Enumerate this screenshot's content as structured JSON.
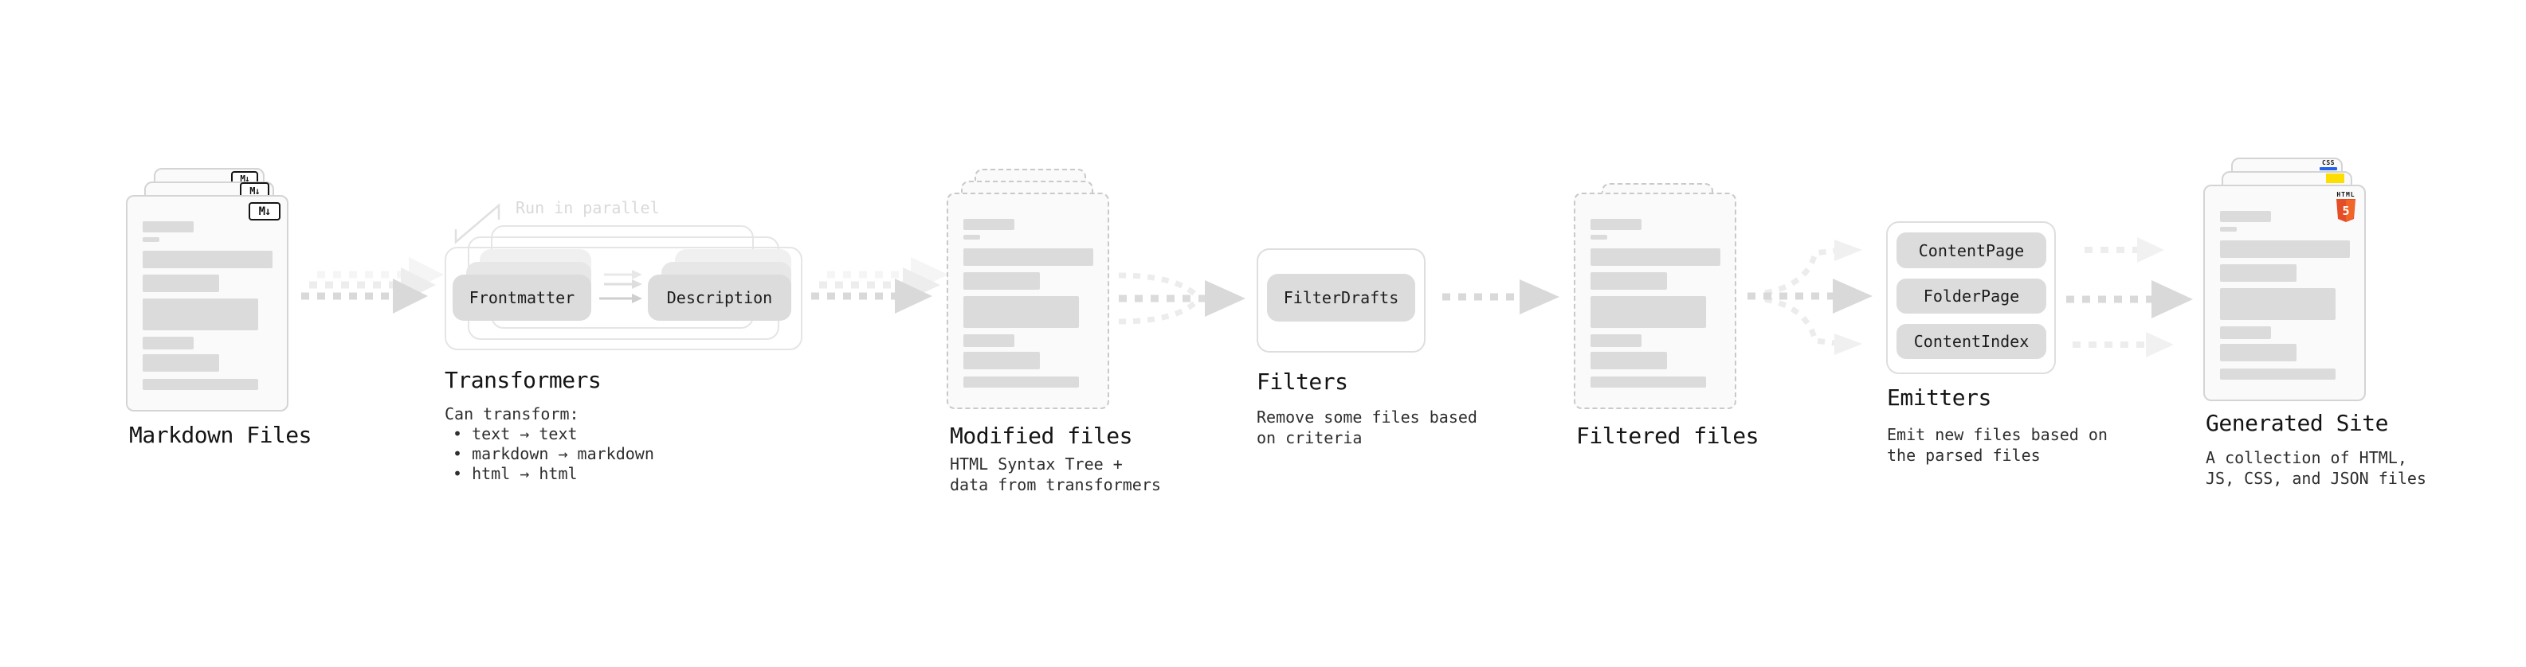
{
  "diagram": {
    "note": "Run in parallel",
    "colors": {
      "background": "#ffffff",
      "file_fill": "#fafafa",
      "file_border": "#d4d4d4",
      "bar": "#dbdbdb",
      "pill": "#dcdcdc",
      "arrow_dark": "#d9d9d9",
      "arrow_light": "#ededed",
      "title_text": "#141414",
      "body_text": "#2e2e2e",
      "css_blue": "#2563eb",
      "js_yellow": "#fede00",
      "html5_orange": "#e44d26"
    },
    "nodes": [
      {
        "id": "markdown-files",
        "title": "Markdown Files",
        "badge_label": "M↓"
      },
      {
        "id": "transformers",
        "title": "Transformers",
        "pills": [
          "Frontmatter",
          "Description"
        ],
        "description_lines": [
          "Can transform:",
          "• text → text",
          "• markdown → markdown",
          "• html → html"
        ]
      },
      {
        "id": "modified-files",
        "title": "Modified files",
        "description_lines": [
          "HTML Syntax Tree +",
          "data from transformers"
        ]
      },
      {
        "id": "filters",
        "title": "Filters",
        "pills": [
          "FilterDrafts"
        ],
        "description_lines": [
          "Remove some files based",
          "on criteria"
        ]
      },
      {
        "id": "filtered-files",
        "title": "Filtered files"
      },
      {
        "id": "emitters",
        "title": "Emitters",
        "pills": [
          "ContentPage",
          "FolderPage",
          "ContentIndex"
        ],
        "description_lines": [
          "Emit new files based on",
          "the parsed files"
        ]
      },
      {
        "id": "generated-site",
        "title": "Generated Site",
        "badges": {
          "css_label": "CSS",
          "html_label": "HTML",
          "html_number": "5"
        },
        "description_lines": [
          "A collection of HTML,",
          "JS, CSS, and JSON files"
        ]
      }
    ]
  }
}
